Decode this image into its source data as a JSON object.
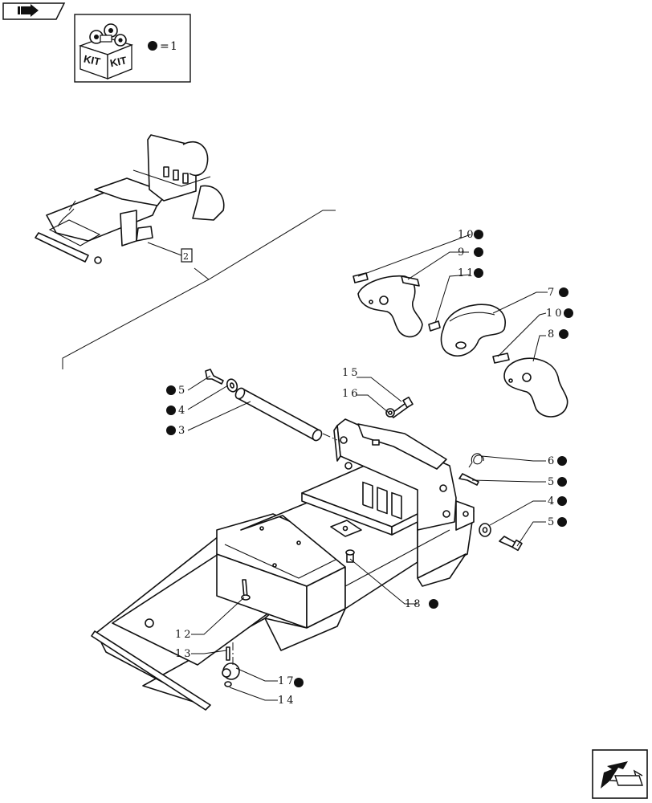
{
  "kit_box": {
    "kit_label_left": "KIT",
    "kit_label_right": "KIT",
    "equals_value": "1"
  },
  "reference": {
    "label": "2"
  },
  "callouts": [
    {
      "id": "c10a",
      "text": "10",
      "kit": true
    },
    {
      "id": "c9",
      "text": "9",
      "kit": true
    },
    {
      "id": "c11",
      "text": "11",
      "kit": true
    },
    {
      "id": "c7",
      "text": "7",
      "kit": true
    },
    {
      "id": "c10b",
      "text": "10",
      "kit": true
    },
    {
      "id": "c8",
      "text": "8",
      "kit": true
    },
    {
      "id": "c15",
      "text": "15",
      "kit": false
    },
    {
      "id": "c16",
      "text": "16",
      "kit": false
    },
    {
      "id": "c5a",
      "text": "5",
      "kit": true
    },
    {
      "id": "c4a",
      "text": "4",
      "kit": true
    },
    {
      "id": "c3",
      "text": "3",
      "kit": true
    },
    {
      "id": "c6",
      "text": "6",
      "kit": true
    },
    {
      "id": "c5b",
      "text": "5",
      "kit": true
    },
    {
      "id": "c4b",
      "text": "4",
      "kit": true
    },
    {
      "id": "c5c",
      "text": "5",
      "kit": true
    },
    {
      "id": "c18",
      "text": "18",
      "kit": true
    },
    {
      "id": "c12",
      "text": "12",
      "kit": false
    },
    {
      "id": "c13",
      "text": "13",
      "kit": false
    },
    {
      "id": "c17",
      "text": "17",
      "kit": true
    },
    {
      "id": "c14",
      "text": "14",
      "kit": false
    }
  ]
}
